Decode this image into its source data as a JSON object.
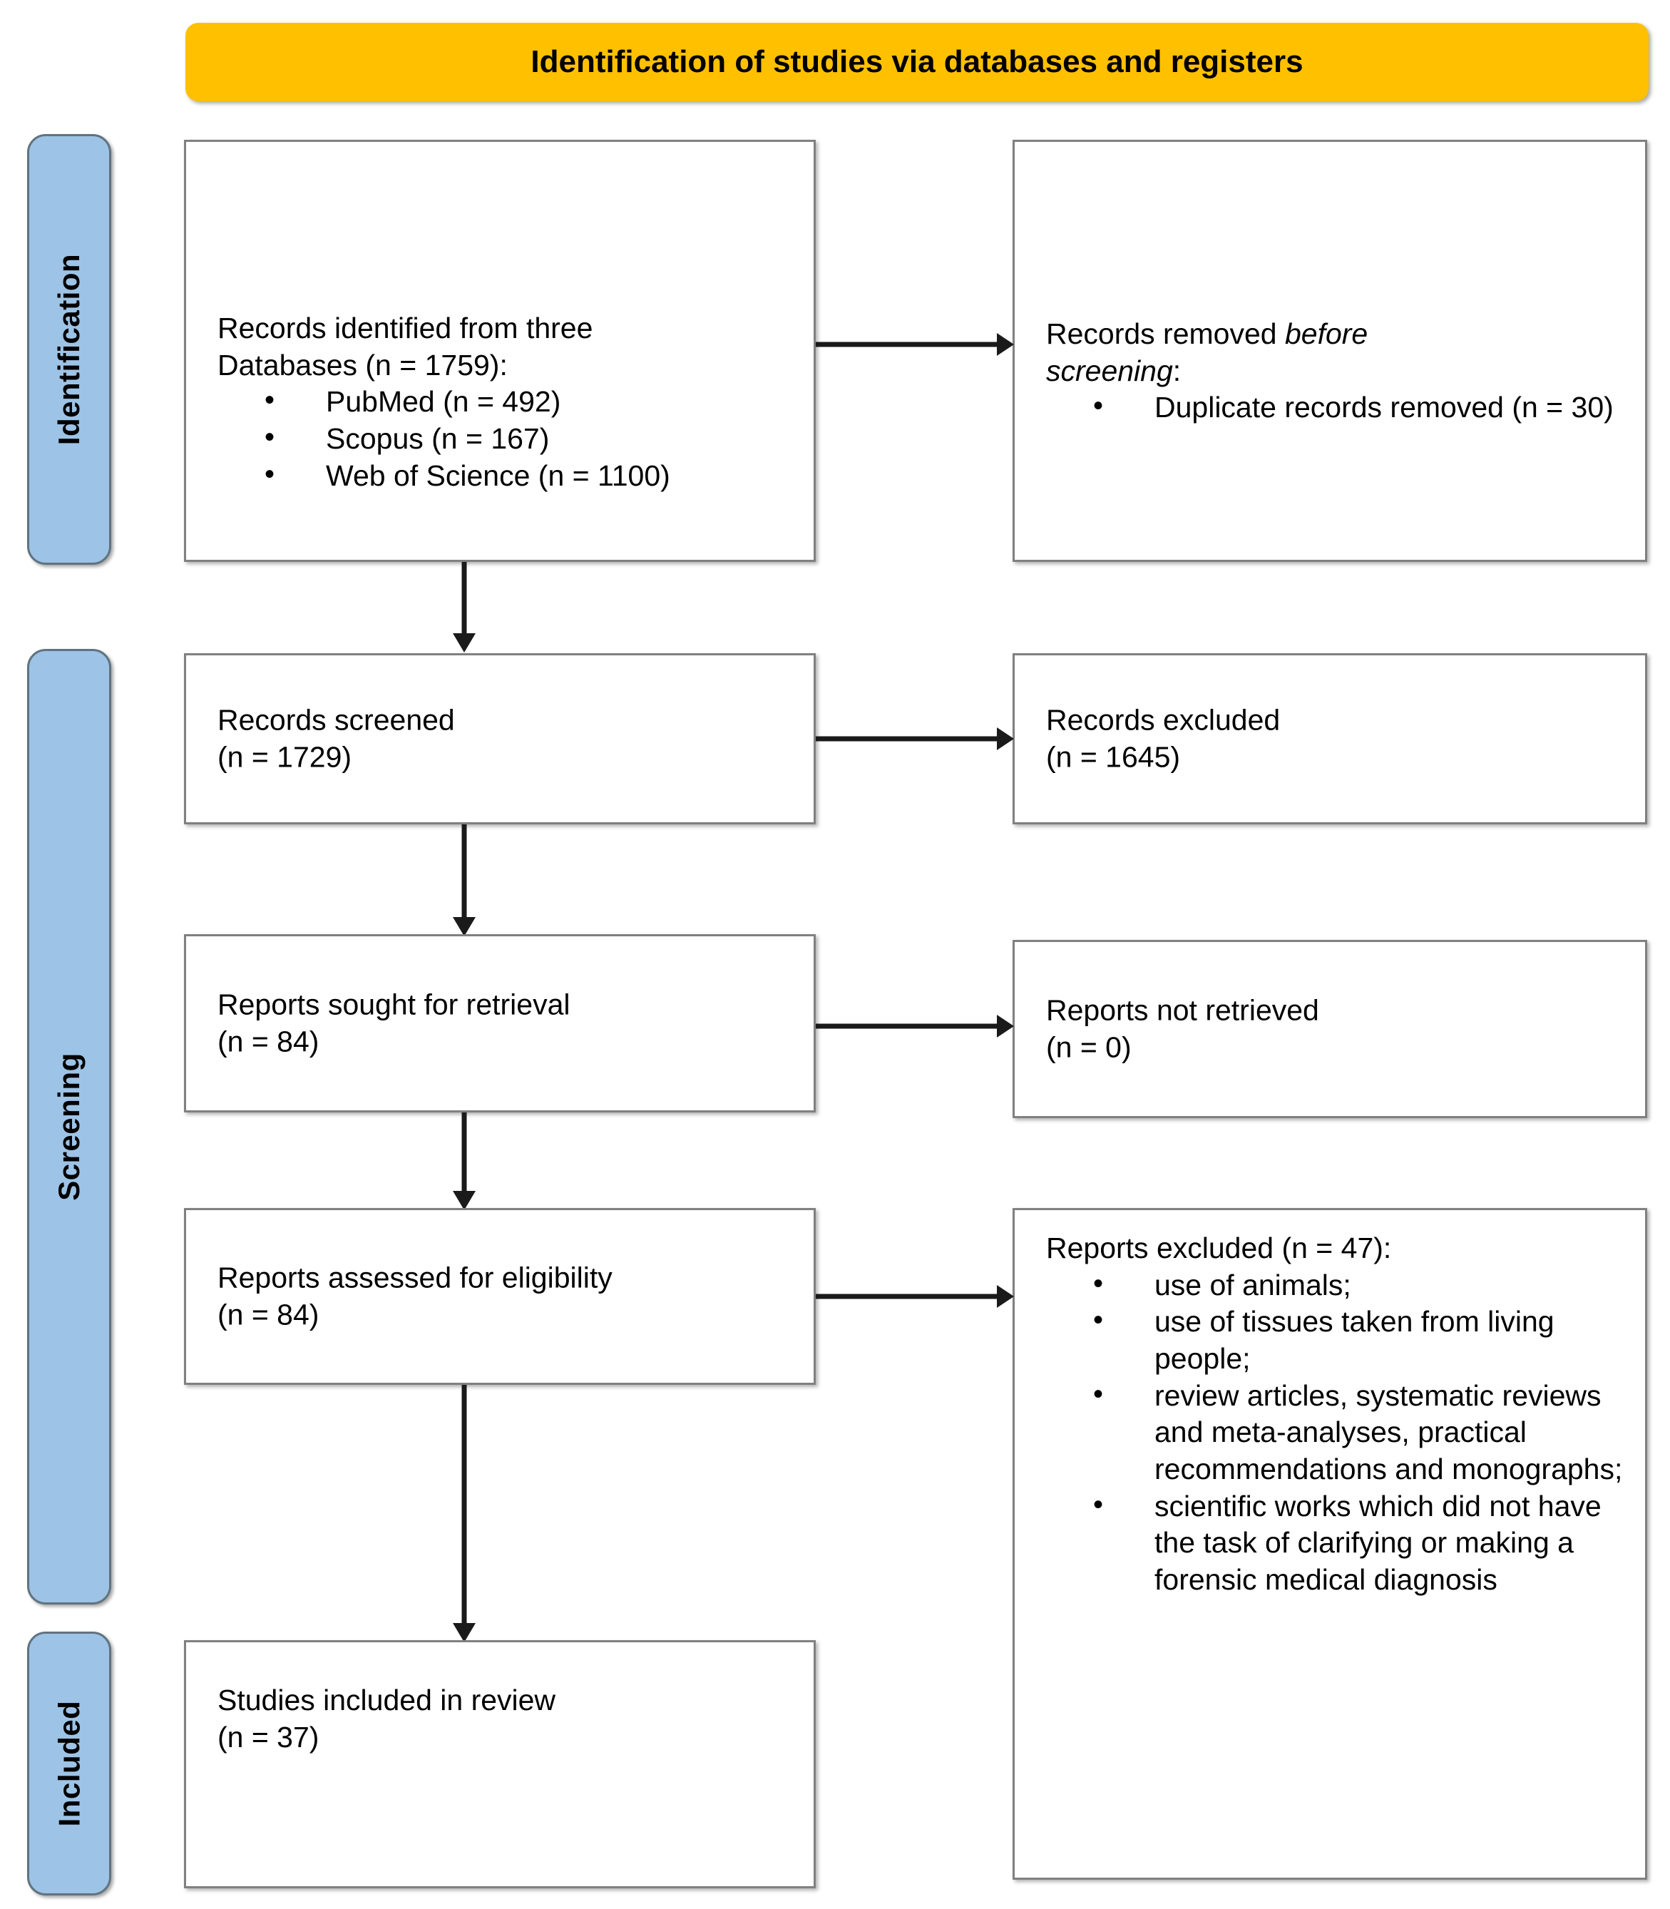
{
  "banner": {
    "title": "Identification of studies via databases and registers"
  },
  "phases": [
    {
      "id": "identification",
      "label": "Identification"
    },
    {
      "id": "screening",
      "label": "Screening"
    },
    {
      "id": "included",
      "label": "Included"
    }
  ],
  "boxes": {
    "records_identified": {
      "line1": "Records identified from three",
      "line2": "Databases (n = 1759):",
      "bullets": [
        "PubMed (n = 492)",
        "Scopus (n = 167)",
        "Web of Science (n = 1100)"
      ]
    },
    "records_removed": {
      "lead_plain": "Records removed ",
      "lead_italic_1": "before",
      "lead_italic_2": "screening",
      "lead_colon": ":",
      "bullets": [
        "Duplicate records removed (n = 30)"
      ]
    },
    "records_screened": {
      "line1": "Records screened",
      "line2": "(n = 1729)"
    },
    "records_excluded": {
      "line1": "Records excluded",
      "line2": "(n = 1645)"
    },
    "reports_sought": {
      "line1": "Reports sought for retrieval",
      "line2": "(n = 84)"
    },
    "reports_not_retrieved": {
      "line1": "Reports not retrieved",
      "line2": "(n = 0)"
    },
    "reports_assessed": {
      "line1": "Reports assessed for eligibility",
      "line2": "(n = 84)"
    },
    "reports_excluded": {
      "heading": "Reports excluded (n = 47):",
      "bullets": [
        "use of animals;",
        "use of tissues taken from living people;",
        "review articles, systematic reviews and meta-analyses, practical recommendations and monographs;",
        "scientific works which did not have the task of clarifying or making a forensic medical diagnosis"
      ]
    },
    "studies_included": {
      "line1": "Studies included in review",
      "line2": "(n = 37)"
    }
  },
  "colors": {
    "banner_fill": "#FFC000",
    "phase_fill": "#9DC3E6",
    "phase_border": "#60737F",
    "box_border": "#808080",
    "connector": "#1A1A1A"
  }
}
